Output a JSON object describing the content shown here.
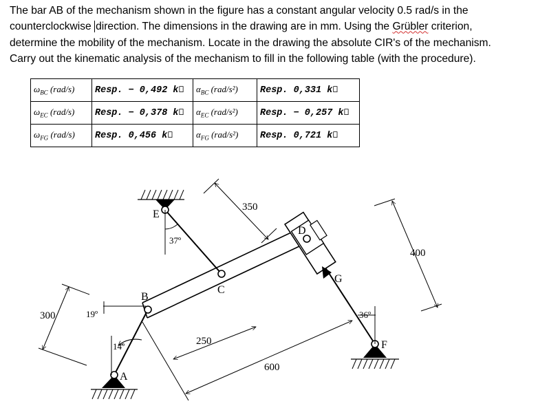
{
  "problem": {
    "line1": "The bar AB of the mechanism shown in the figure has a constant angular velocity 0.5 rad/s in the",
    "line2_a": "counterclockwise ",
    "line2_b": "direction. The dimensions in the drawing are in mm. Using the ",
    "line2_c": "Grübler",
    "line2_d": " criterion,",
    "line3": "determine the mobility of the mechanism. Locate in the drawing the absolute CIR's of the mechanism.",
    "line4": "Carry out the kinematic analysis of the mechanism to fill in the following table (with the procedure)."
  },
  "table": {
    "rows": [
      {
        "w_label": "ω",
        "w_sub": "BC",
        "w_unit": " (rad/s)",
        "w_val": "Resp. − 0,492 k⃗",
        "a_label": "α",
        "a_sub": "BC",
        "a_unit": " (rad/s²)",
        "a_val": "Resp. 0,331 k⃗"
      },
      {
        "w_label": "ω",
        "w_sub": "EC",
        "w_unit": " (rad/s)",
        "w_val": "Resp. − 0,378 k⃗",
        "a_label": "α",
        "a_sub": "EC",
        "a_unit": " (rad/s²)",
        "a_val": "Resp. − 0,257 k⃗"
      },
      {
        "w_label": "ω",
        "w_sub": "FG",
        "w_unit": " (rad/s)",
        "w_val": "Resp. 0,456 k⃗",
        "a_label": "α",
        "a_sub": "FG",
        "a_unit": " (rad/s²)",
        "a_val": "Resp. 0,721 k⃗"
      }
    ]
  },
  "figure": {
    "points": {
      "A": "A",
      "B": "B",
      "C": "C",
      "D": "D",
      "E": "E",
      "F": "F",
      "G": "G"
    },
    "dims": {
      "d350": "350",
      "d400": "400",
      "d300": "300",
      "d250": "250",
      "d600": "600"
    },
    "angles": {
      "a37": "37º",
      "a19": "19º",
      "a14": "14º",
      "a36": "36º"
    }
  }
}
